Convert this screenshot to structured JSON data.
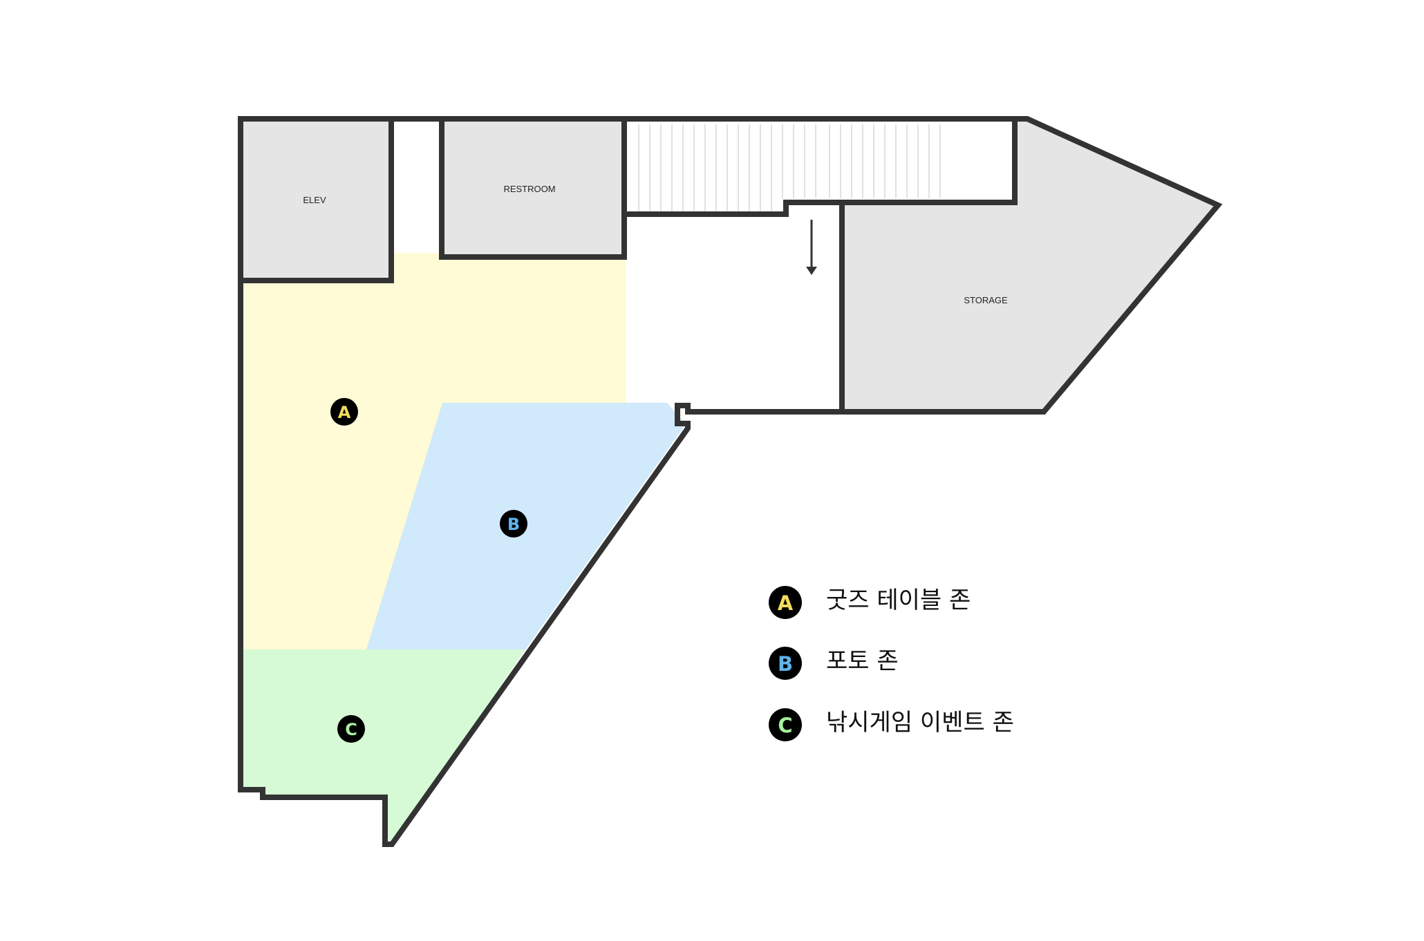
{
  "colors": {
    "wall": "#333333",
    "room_fill": "#e5e5e5",
    "zone_a": "#fffbd6",
    "zone_b": "#d0e9fb",
    "zone_c": "#d7fad6",
    "marker_bg": "#000000",
    "marker_a_text": "#f2dc5d",
    "marker_b_text": "#5fb4ec",
    "marker_c_text": "#a8f0a0"
  },
  "rooms": {
    "elev": "ELEV",
    "restroom": "RESTROOM",
    "storage": "STORAGE"
  },
  "zones": {
    "a": "A",
    "b": "B",
    "c": "C"
  },
  "legend": [
    {
      "marker": "A",
      "label": "굿즈 테이블 존"
    },
    {
      "marker": "B",
      "label": "포토 존"
    },
    {
      "marker": "C",
      "label": "낚시게임 이벤트 존"
    }
  ],
  "icons": {
    "stairs": "stairs-icon",
    "direction": "down-arrow-icon"
  }
}
